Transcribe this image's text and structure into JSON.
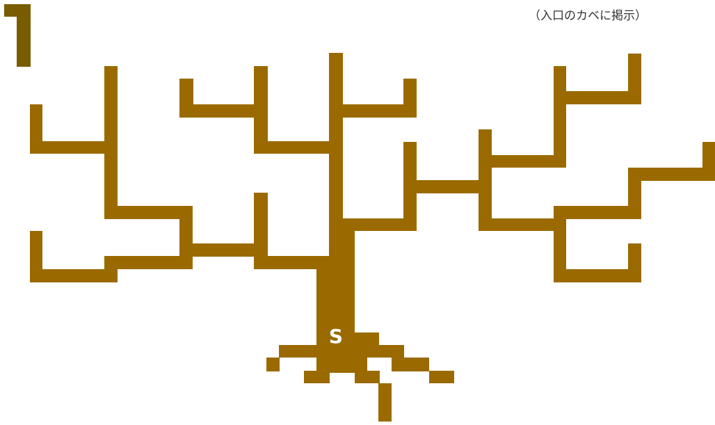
{
  "colors": {
    "tree": "#9a6a00",
    "number": "#7a5c00",
    "start_text": "#ffffff"
  },
  "stage": {
    "number": "1"
  },
  "caption": "（入口のカベに掲示）",
  "start": {
    "label": "S"
  }
}
